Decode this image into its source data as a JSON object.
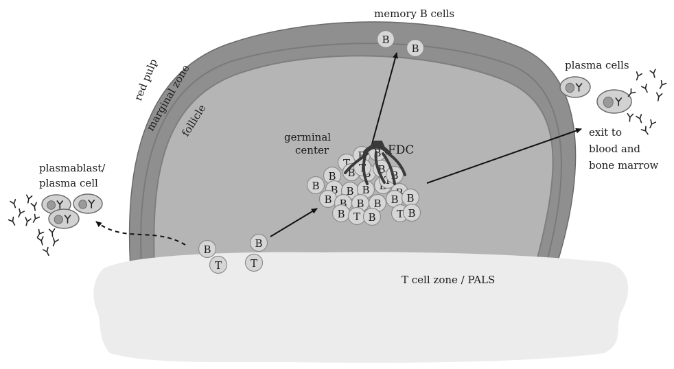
{
  "labels": {
    "memory_b_cells": "memory B cells",
    "plasma_cells": "plasma cells",
    "red_pulp": "red pulp",
    "marginal_zone": "marginal zone",
    "follicle": "follicle",
    "germinal_center_line1": "germinal",
    "germinal_center_line2": "center",
    "fdc": "FDC",
    "exit_line1": "exit to",
    "exit_line2": "blood and",
    "exit_line3": "bone marrow",
    "plasmablast_line1": "plasmablast/",
    "plasmablast_line2": "plasma cell",
    "t_cell_zone": "T cell zone / PALS"
  },
  "cell_letters": {
    "b": "B",
    "t": "T"
  },
  "colors": {
    "red_pulp": "#8f8f8f",
    "follicle": "#b5b5b5",
    "t_zone": "#ececec",
    "cell": "#d6d6d6",
    "fdc": "#3a3a3a"
  }
}
